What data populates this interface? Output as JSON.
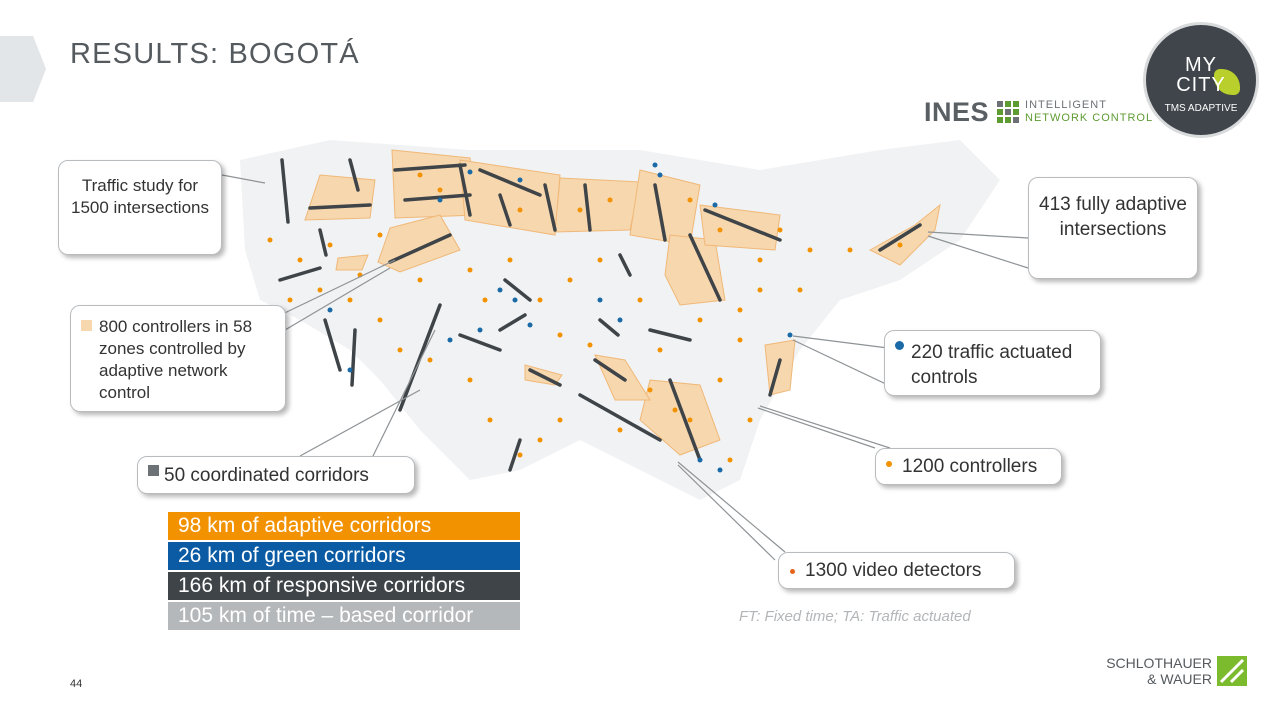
{
  "title": "RESULTS: BOGOTÁ",
  "ines_logo": {
    "word": "INES",
    "line1": "INTELLIGENT",
    "line2": "NETWORK CONTROL"
  },
  "mycity_logo": {
    "line1": "MY",
    "line2": "CITY",
    "line3": "TMS ADAPTIVE"
  },
  "callouts": {
    "traffic_study": "Traffic study for 1500 intersections",
    "controllers_zones": "800 controllers in 58 zones controlled by adaptive network control",
    "coordinated": "50 coordinated corridors",
    "fully_adaptive": "413 fully adaptive intersections",
    "traffic_actuated": "220 traffic actuated controls",
    "controllers": "1200 controllers",
    "video": "1300 video detectors"
  },
  "legend": [
    {
      "label": "98 km of adaptive corridors",
      "color": "#f39200"
    },
    {
      "label": "26 km of green corridors",
      "color": "#0a5ba4"
    },
    {
      "label": "166 km of responsive corridors",
      "color": "#3f4448"
    },
    {
      "label": "105 km of time – based corridor",
      "color": "#b5b8bb"
    }
  ],
  "colors": {
    "zone": "#f7d7ae",
    "orange_dot": "#f39200",
    "blue_dot": "#1a6aa8",
    "corridor": "#3f4448",
    "accent_green": "#5e9b32"
  },
  "note": "FT: Fixed time; TA: Traffic actuated",
  "page_number": "44",
  "company": {
    "line1": "SCHLOTHAUER",
    "line2": "& WAUER"
  }
}
